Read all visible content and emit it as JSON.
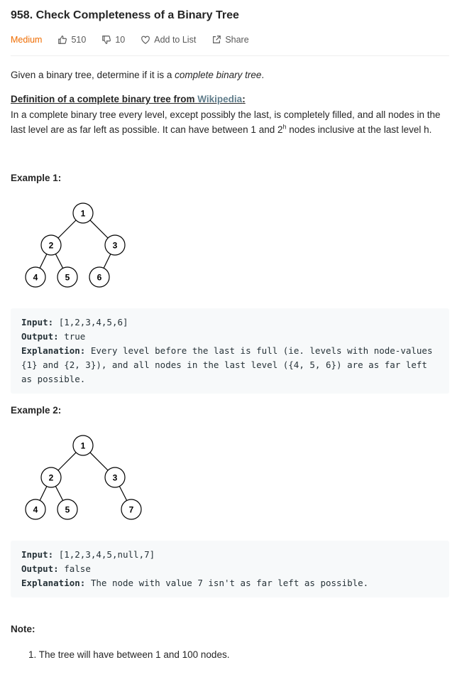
{
  "problem": {
    "title": "958. Check Completeness of a Binary Tree",
    "difficulty": "Medium",
    "likes": "510",
    "dislikes": "10",
    "add_to_list": "Add to List",
    "share": "Share"
  },
  "description": {
    "intro_pre": "Given a binary tree, determine if it is a ",
    "intro_em": "complete binary tree",
    "intro_post": ".",
    "def_pre": "Definition of a complete binary tree from ",
    "def_link": "Wikipedia",
    "def_post": ":",
    "def_body_1": "In a complete binary tree every level, except possibly the last, is completely filled, and all nodes in the last level are as far left as possible. It can have between 1 and 2",
    "def_sup": "h",
    "def_body_2": " nodes inclusive at the last level h."
  },
  "examples": [
    {
      "heading": "Example 1:",
      "tree_nodes": [
        "1",
        "2",
        "3",
        "4",
        "5",
        "6"
      ],
      "input_label": "Input:",
      "input": "[1,2,3,4,5,6]",
      "output_label": "Output:",
      "output": "true",
      "explanation_label": "Explanation:",
      "explanation": "Every level before the last is full (ie. levels with node-values {1} and {2, 3}), and all nodes in the last level ({4, 5, 6}) are as far left as possible."
    },
    {
      "heading": "Example 2:",
      "tree_nodes": [
        "1",
        "2",
        "3",
        "4",
        "5",
        "7"
      ],
      "input_label": "Input:",
      "input": "[1,2,3,4,5,null,7]",
      "output_label": "Output:",
      "output": "false",
      "explanation_label": "Explanation:",
      "explanation": "The node with value 7 isn't as far left as possible."
    }
  ],
  "note": {
    "heading": "Note:",
    "items": [
      "The tree will have between 1 and 100 nodes."
    ]
  }
}
